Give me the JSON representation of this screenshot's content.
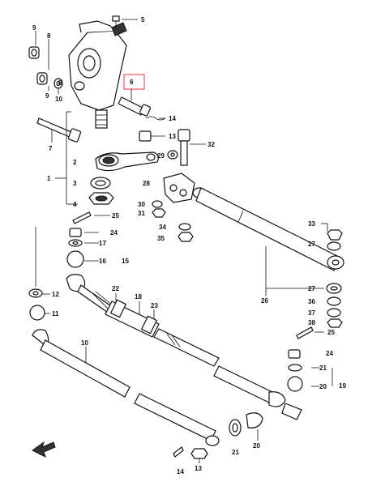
{
  "callouts": [
    {
      "id": "c5",
      "text": "5"
    },
    {
      "id": "c9a",
      "text": "9"
    },
    {
      "id": "c8a",
      "text": "8"
    },
    {
      "id": "c10a",
      "text": "10"
    },
    {
      "id": "c8b",
      "text": "8"
    },
    {
      "id": "c9b",
      "text": "9"
    },
    {
      "id": "c6",
      "text": "6"
    },
    {
      "id": "c14a",
      "text": "14"
    },
    {
      "id": "c13a",
      "text": "13"
    },
    {
      "id": "c7",
      "text": "7"
    },
    {
      "id": "c29",
      "text": "29"
    },
    {
      "id": "c32",
      "text": "32"
    },
    {
      "id": "c1",
      "text": "1"
    },
    {
      "id": "c2",
      "text": "2"
    },
    {
      "id": "c3",
      "text": "3"
    },
    {
      "id": "c4",
      "text": "4"
    },
    {
      "id": "c28",
      "text": "28"
    },
    {
      "id": "c30",
      "text": "30"
    },
    {
      "id": "c31",
      "text": "31"
    },
    {
      "id": "c25a",
      "text": "25"
    },
    {
      "id": "c34",
      "text": "34"
    },
    {
      "id": "c35",
      "text": "35"
    },
    {
      "id": "c24a",
      "text": "24"
    },
    {
      "id": "c17",
      "text": "17"
    },
    {
      "id": "c16",
      "text": "16"
    },
    {
      "id": "c15",
      "text": "15"
    },
    {
      "id": "c33",
      "text": "33"
    },
    {
      "id": "c27a",
      "text": "27"
    },
    {
      "id": "c12",
      "text": "12"
    },
    {
      "id": "c22",
      "text": "22"
    },
    {
      "id": "c18",
      "text": "18"
    },
    {
      "id": "c26",
      "text": "26"
    },
    {
      "id": "c27b",
      "text": "27"
    },
    {
      "id": "c11",
      "text": "11"
    },
    {
      "id": "c23",
      "text": "23"
    },
    {
      "id": "c36",
      "text": "36"
    },
    {
      "id": "c37",
      "text": "37"
    },
    {
      "id": "c38",
      "text": "38"
    },
    {
      "id": "c10b",
      "text": "10"
    },
    {
      "id": "c25b",
      "text": "25"
    },
    {
      "id": "c24b",
      "text": "24"
    },
    {
      "id": "c21a",
      "text": "21"
    },
    {
      "id": "c19",
      "text": "19"
    },
    {
      "id": "c20a",
      "text": "20"
    },
    {
      "id": "c21b",
      "text": "21"
    },
    {
      "id": "c20b",
      "text": "20"
    },
    {
      "id": "c14b",
      "text": "14"
    },
    {
      "id": "c13b",
      "text": "13"
    }
  ],
  "colors": {
    "highlight": "#e0333c",
    "ink": "#111111"
  }
}
